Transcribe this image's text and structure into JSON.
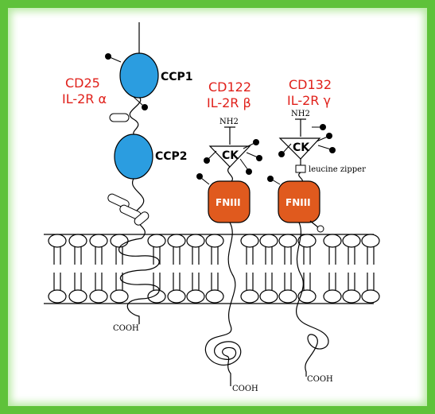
{
  "colors": {
    "border": "#5fc23a",
    "label_red": "#e0201a",
    "ccp_blue": "#2b9de0",
    "fn_orange": "#e05a1e",
    "line": "#000000"
  },
  "receptors": [
    {
      "name_line1": "CD25",
      "name_line2": "IL-2R α",
      "domains": [
        "CCP1",
        "CCP2"
      ],
      "terminus": "COOH"
    },
    {
      "name_line1": "CD122",
      "name_line2": "IL-2R β",
      "n_terminus": "NH2",
      "motif": "CK",
      "domain": "FNIII",
      "terminus": "COOH"
    },
    {
      "name_line1": "CD132",
      "name_line2": "IL-2R γ",
      "n_terminus": "NH2",
      "motif": "CK",
      "feature": "leucine zipper",
      "domain": "FNIII",
      "terminus": "COOH"
    }
  ],
  "icons": {
    "glycan": "filled-circle-on-stick",
    "membrane": "lipid-bilayer"
  }
}
